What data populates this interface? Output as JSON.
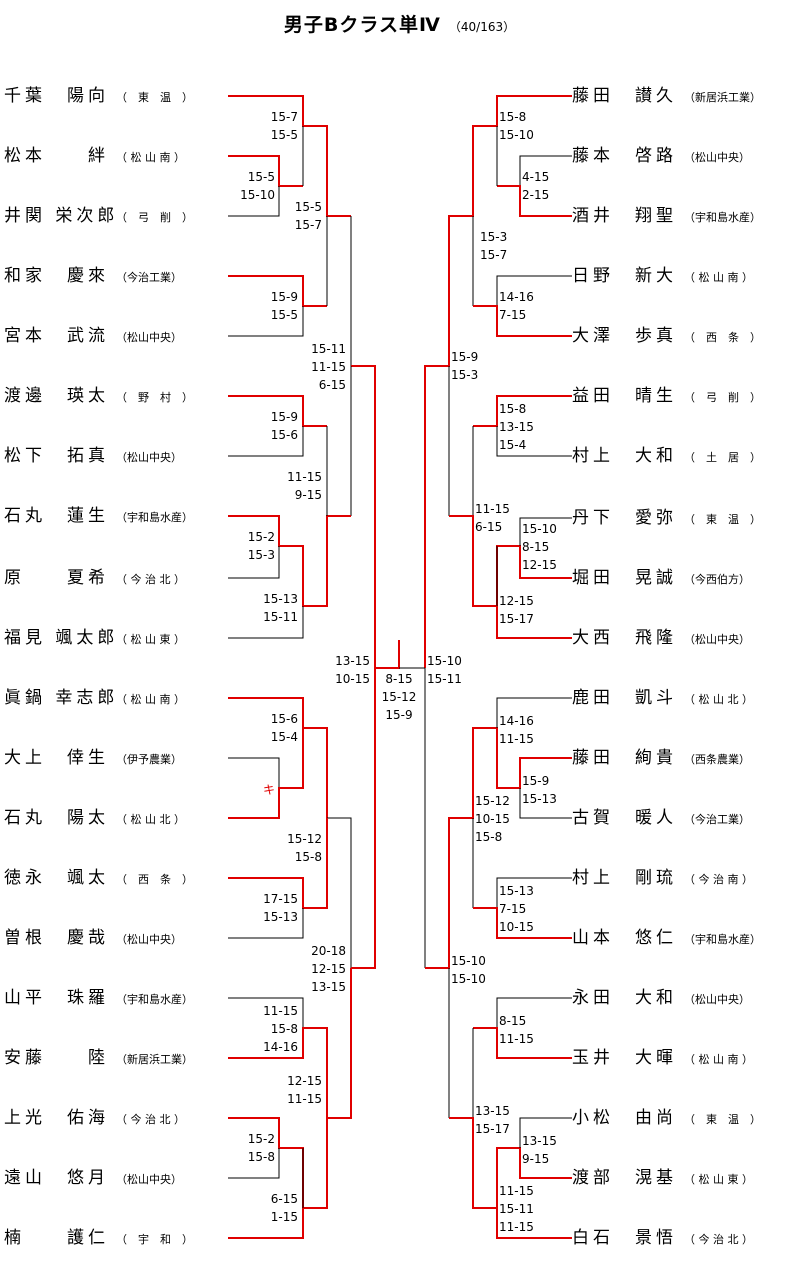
{
  "title": {
    "main": "男子Bクラス単Ⅳ",
    "count": "（40/163）"
  },
  "colors": {
    "win": "#e00000",
    "line": "#000000"
  },
  "left_players": [
    {
      "name": "千葉　陽向",
      "school": "（　東　温　）"
    },
    {
      "name": "松本　　絆",
      "school": "（ 松 山 南 ）"
    },
    {
      "name": "井関 栄次郎",
      "school": "（　弓　削　）"
    },
    {
      "name": "和家　慶來",
      "school": "（今治工業）"
    },
    {
      "name": "宮本　武流",
      "school": "（松山中央）"
    },
    {
      "name": "渡邊　瑛太",
      "school": "（　野　村　）"
    },
    {
      "name": "松下　拓真",
      "school": "（松山中央）"
    },
    {
      "name": "石丸　蓮生",
      "school": "（宇和島水産）"
    },
    {
      "name": "原　　夏希",
      "school": "（ 今 治 北 ）"
    },
    {
      "name": "福見 颯太郎",
      "school": "（ 松 山 東 ）"
    },
    {
      "name": "眞鍋 幸志郎",
      "school": "（ 松 山 南 ）"
    },
    {
      "name": "大上　倖生",
      "school": "（伊予農業）"
    },
    {
      "name": "石丸　陽太",
      "school": "（ 松 山 北 ）"
    },
    {
      "name": "徳永　颯太",
      "school": "（　西　条　）"
    },
    {
      "name": "曽根　慶哉",
      "school": "（松山中央）"
    },
    {
      "name": "山平　珠羅",
      "school": "（宇和島水産）"
    },
    {
      "name": "安藤　　陸",
      "school": "（新居浜工業）"
    },
    {
      "name": "上光　佑海",
      "school": "（ 今 治 北 ）"
    },
    {
      "name": "遠山　悠月",
      "school": "（松山中央）"
    },
    {
      "name": "楠　　護仁",
      "school": "（　宇　和　）"
    }
  ],
  "right_players": [
    {
      "name": "藤田　讃久",
      "school": "（新居浜工業）"
    },
    {
      "name": "藤本　啓路",
      "school": "（松山中央）"
    },
    {
      "name": "酒井　翔聖",
      "school": "（宇和島水産）"
    },
    {
      "name": "日野　新大",
      "school": "（ 松 山 南 ）"
    },
    {
      "name": "大澤　歩真",
      "school": "（　西　条　）"
    },
    {
      "name": "益田　晴生",
      "school": "（　弓　削　）"
    },
    {
      "name": "村上　大和",
      "school": "（　土　居　）"
    },
    {
      "name": "丹下　愛弥",
      "school": "（　東　温　）"
    },
    {
      "name": "堀田　晃誠",
      "school": "（今西伯方）"
    },
    {
      "name": "大西　飛隆",
      "school": "（松山中央）"
    },
    {
      "name": "鹿田　凱斗",
      "school": "（ 松 山 北 ）"
    },
    {
      "name": "藤田　絢貴",
      "school": "（西条農業）"
    },
    {
      "name": "古賀　暖人",
      "school": "（今治工業）"
    },
    {
      "name": "村上　剛琉",
      "school": "（ 今 治 南 ）"
    },
    {
      "name": "山本　悠仁",
      "school": "（宇和島水産）"
    },
    {
      "name": "永田　大和",
      "school": "（松山中央）"
    },
    {
      "name": "玉井　大暉",
      "school": "（ 松 山 南 ）"
    },
    {
      "name": "小松　由尚",
      "school": "（　東　温　）"
    },
    {
      "name": "渡部　滉基",
      "school": "（ 松 山 東 ）"
    },
    {
      "name": "白石　景悟",
      "school": "（ 今 治 北 ）"
    }
  ],
  "scores": {
    "l_r1_a": "15-5\n15-10",
    "l_r2_a": "15-7\n15-5",
    "l_r2_b": "15-9\n15-5",
    "l_r3_a": "15-5\n15-7",
    "l_r2_c": "15-9\n15-6",
    "l_r1_b": "15-2\n15-3",
    "l_r2_d": "15-13\n15-11",
    "l_r3_b": "11-15\n9-15",
    "l_r4_a": "15-11\n11-15\n6-15",
    "l_r2_e": "15-6\n15-4",
    "l_r2_f": "17-15\n15-13",
    "l_r3_c": "15-12\n15-8",
    "l_r2_g": "11-15\n15-8\n14-16",
    "l_r1_c": "15-2\n15-8",
    "l_r2_h": "6-15\n1-15",
    "l_r3_d": "12-15\n11-15",
    "l_r4_b": "20-18\n12-15\n13-15",
    "l_semi": "13-15\n10-15",
    "final": "8-15\n15-12\n15-9",
    "r_semi": "15-10\n15-11",
    "r_r2_a": "15-8\n15-10",
    "r_r1_a": "4-15\n2-15",
    "r_r3_a": "15-3\n15-7",
    "r_r2_b": "14-16\n7-15",
    "r_r4_a": "15-9\n15-3",
    "r_r2_c": "15-8\n13-15\n15-4",
    "r_r1_b": "15-10\n8-15\n12-15",
    "r_r2_d": "12-15\n15-17",
    "r_r3_b": "11-15\n6-15",
    "r_r2_e": "14-16\n11-15",
    "r_r1_c": "15-9\n15-13",
    "r_r3_c": "15-12\n10-15\n15-8",
    "r_r2_f": "15-13\n7-15\n10-15",
    "r_r4_b": "15-10\n15-10",
    "r_r2_g": "8-15\n11-15",
    "r_r1_d": "13-15\n9-15",
    "r_r2_h": "11-15\n15-11\n11-15",
    "r_r3_d": "13-15\n15-17"
  },
  "marks": {
    "withdraw": "キ"
  }
}
